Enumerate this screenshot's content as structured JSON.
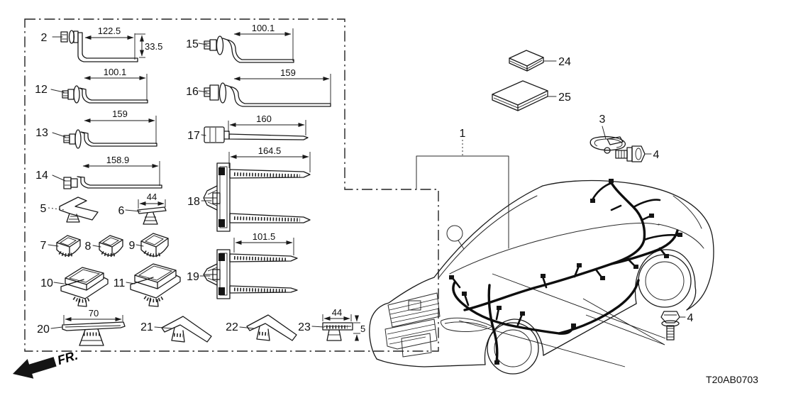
{
  "diagram": {
    "code": "T20AB0703",
    "direction": "FR.",
    "callouts": {
      "c1": "1",
      "c2": "2",
      "c3": "3",
      "c4": "4",
      "c4b": "4",
      "c5": "5",
      "c6": "6",
      "c7": "7",
      "c8": "8",
      "c9": "9",
      "c10": "10",
      "c11": "11",
      "c12": "12",
      "c13": "13",
      "c14": "14",
      "c15": "15",
      "c16": "16",
      "c17": "17",
      "c18": "18",
      "c19": "19",
      "c20": "20",
      "c21": "21",
      "c22": "22",
      "c23": "23",
      "c24": "24",
      "c25": "25"
    },
    "dimensions": {
      "p2_len": "122.5",
      "p2_h": "33.5",
      "p12_len": "100.1",
      "p13_len": "159",
      "p14_len": "158.9",
      "p6_len": "44",
      "p20_len": "70",
      "p23_len": "44",
      "p23_h": "5",
      "p15_len": "100.1",
      "p16_len": "159",
      "p17_len": "160",
      "p18_len": "164.5",
      "p19_len": "101.5"
    },
    "colors": {
      "line": "#1a1a1a",
      "bg": "#ffffff"
    }
  }
}
